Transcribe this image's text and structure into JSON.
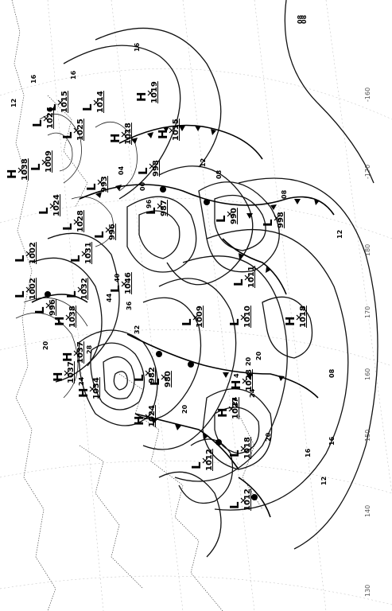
{
  "centers": [
    {
      "type": "H",
      "value": "1019"
    },
    {
      "type": "L",
      "value": "1014"
    },
    {
      "type": "L",
      "value": "1015"
    },
    {
      "type": "H",
      "value": "1015"
    },
    {
      "type": "H",
      "value": "1018"
    },
    {
      "type": "L",
      "value": "1026"
    },
    {
      "type": "L",
      "value": "1025"
    },
    {
      "type": "L",
      "value": "1009"
    },
    {
      "type": "L",
      "value": "993"
    },
    {
      "type": "L",
      "value": "998"
    },
    {
      "type": "L",
      "value": "996"
    },
    {
      "type": "L",
      "value": "987"
    },
    {
      "type": "L",
      "value": "990"
    },
    {
      "type": "L",
      "value": "998"
    },
    {
      "type": "L",
      "value": "1011"
    },
    {
      "type": "L",
      "value": "1010"
    },
    {
      "type": "H",
      "value": "1018"
    },
    {
      "type": "L",
      "value": "1046"
    },
    {
      "type": "H",
      "value": "1038"
    },
    {
      "type": "H",
      "value": "1037"
    },
    {
      "type": "H",
      "value": "1037"
    },
    {
      "type": "L",
      "value": "1009"
    },
    {
      "type": "L",
      "value": "980"
    },
    {
      "type": "L",
      "value": "982"
    },
    {
      "type": "H",
      "value": "1027"
    },
    {
      "type": "H",
      "value": "1028"
    },
    {
      "type": "H",
      "value": "1024"
    },
    {
      "type": "L",
      "value": "1018"
    },
    {
      "type": "L",
      "value": "1012"
    },
    {
      "type": "L",
      "value": "1012"
    },
    {
      "type": "L",
      "value": "1002"
    },
    {
      "type": "L",
      "value": "1002"
    },
    {
      "type": "L",
      "value": "996"
    },
    {
      "type": "H",
      "value": "1038"
    },
    {
      "type": "H",
      "value": "1034"
    },
    {
      "type": "L",
      "value": "1024"
    },
    {
      "type": "L",
      "value": "1028"
    },
    {
      "type": "L",
      "value": "1031"
    },
    {
      "type": "L",
      "value": "1032"
    }
  ],
  "isobar_labels": [
    "16",
    "16",
    "16",
    "12",
    "12",
    "08",
    "08",
    "04",
    "00",
    "96",
    "20",
    "24",
    "28",
    "32",
    "36",
    "40",
    "44",
    "20",
    "24",
    "16",
    "12",
    "08",
    "20",
    "16",
    "12",
    "08",
    "24",
    "20"
  ],
  "longitude_labels": [
    "130",
    "140",
    "150",
    "160",
    "170",
    "180",
    "-170",
    "-160"
  ],
  "misc_labels": [
    "08",
    "20",
    "4"
  ]
}
